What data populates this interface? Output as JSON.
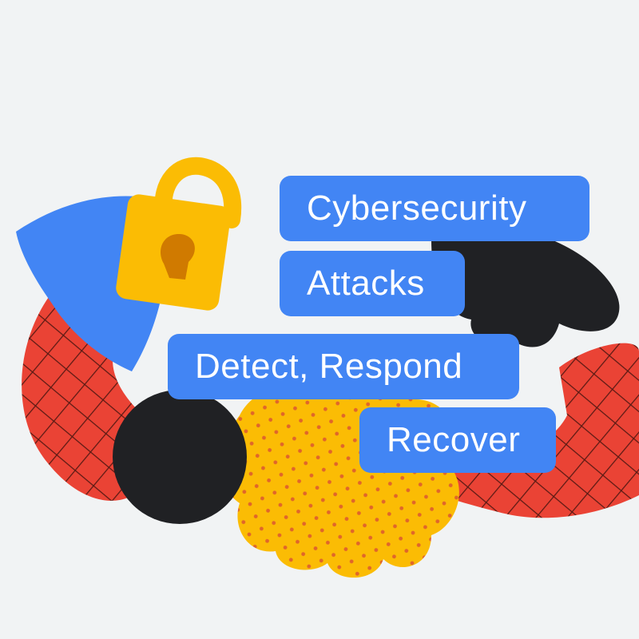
{
  "illustration": {
    "labels": [
      {
        "text": "Cybersecurity"
      },
      {
        "text": "Attacks"
      },
      {
        "text": "Detect, Respond"
      },
      {
        "text": "Recover"
      }
    ],
    "icons": [
      "shield-icon",
      "padlock-icon"
    ],
    "colors": {
      "background": "#f1f3f4",
      "blue": "#4285f4",
      "red": "#ea4335",
      "yellow": "#fbbc04",
      "dark": "#202124",
      "lock_body": "#fbbc04",
      "keyhole": "#d07a00"
    }
  }
}
